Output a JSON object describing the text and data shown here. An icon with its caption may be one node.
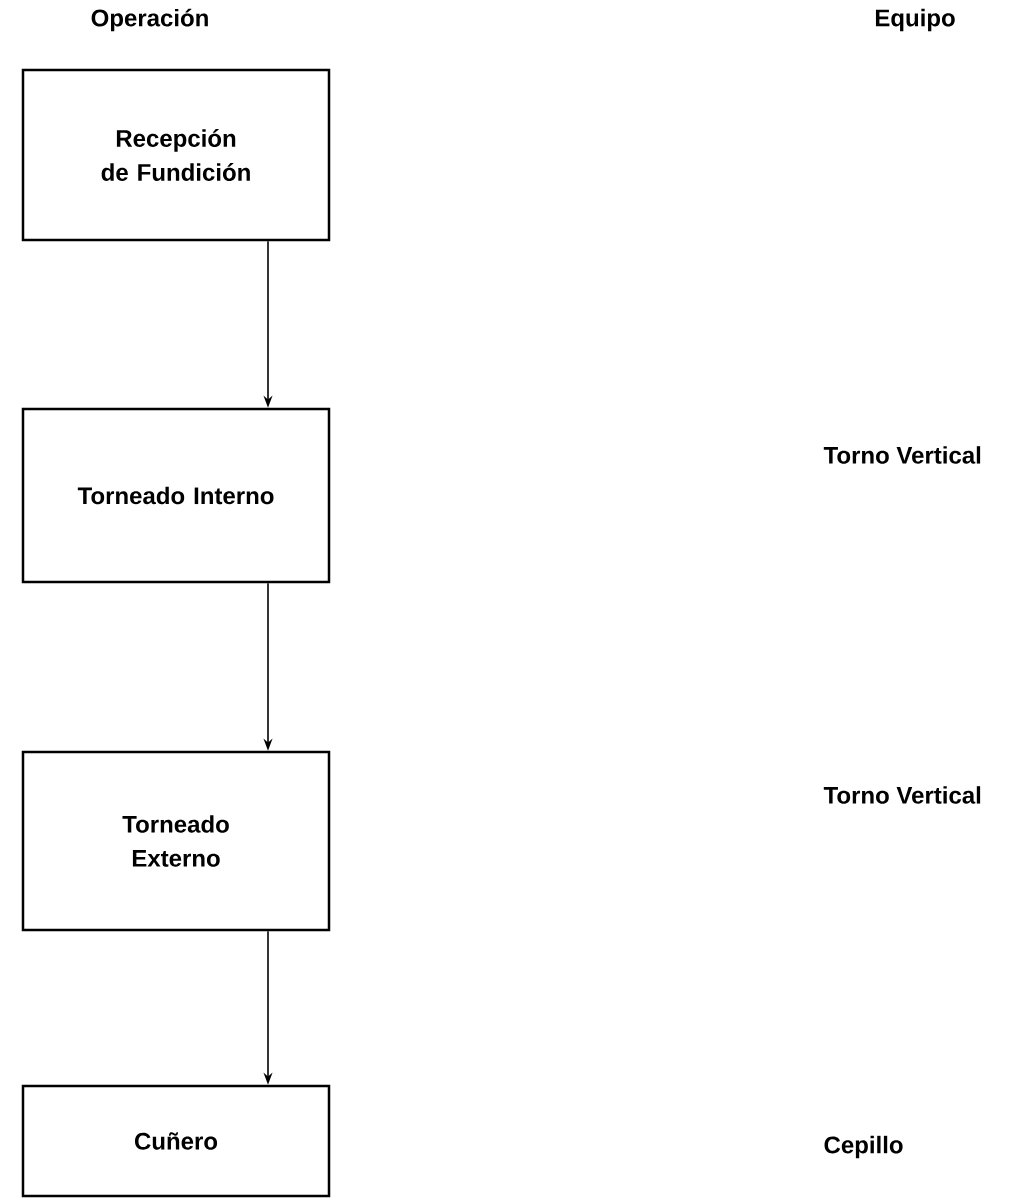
{
  "diagram": {
    "nodes": [
      {
        "text": [
          "Recepción de Fundición"
        ]
      },
      {
        "text": [
          "Torneado Interno"
        ]
      },
      {
        "text": [
          "Torneado Externo"
        ]
      },
      {
        "text": [
          "Cuñero"
        ]
      }
    ],
    "edges": [
      {
        "from": 0,
        "to": 1,
        "arrow": "to"
      },
      {
        "from": 1,
        "to": 2,
        "arrow": "to"
      },
      {
        "from": 2,
        "to": 3,
        "arrow": "to"
      }
    ],
    "labels": [
      "Operación",
      "Equipo",
      "Torno Vertical",
      "Torno Vertical",
      "Cepillo"
    ]
  }
}
